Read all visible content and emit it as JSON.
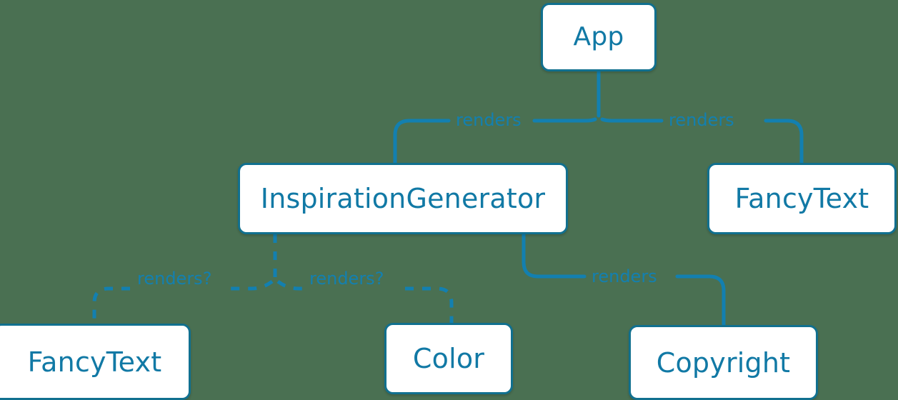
{
  "diagram": {
    "type": "component-tree",
    "background_color": "#4a7052",
    "node_border_color": "#11708f",
    "node_fill_color": "#ffffff",
    "node_text_color": "#1179a5",
    "edge_color": "#1380b0",
    "edge_label_color": "#1380b0",
    "nodes": [
      {
        "id": "app",
        "label": "App"
      },
      {
        "id": "inspiration_generator",
        "label": "InspirationGenerator"
      },
      {
        "id": "fancytext_right",
        "label": "FancyText"
      },
      {
        "id": "fancytext_bottom",
        "label": "FancyText"
      },
      {
        "id": "color",
        "label": "Color"
      },
      {
        "id": "copyright",
        "label": "Copyright"
      }
    ],
    "edges": [
      {
        "from": "app",
        "to": "inspiration_generator",
        "label": "renders",
        "style": "solid"
      },
      {
        "from": "app",
        "to": "fancytext_right",
        "label": "renders",
        "style": "solid"
      },
      {
        "from": "inspiration_generator",
        "to": "fancytext_bottom",
        "label": "renders?",
        "style": "dashed"
      },
      {
        "from": "inspiration_generator",
        "to": "color",
        "label": "renders?",
        "style": "dashed"
      },
      {
        "from": "inspiration_generator",
        "to": "copyright",
        "label": "renders",
        "style": "solid"
      }
    ],
    "edge_labels": {
      "app_to_inspiration": "renders",
      "app_to_fancytext": "renders",
      "inspiration_to_fancytext": "renders?",
      "inspiration_to_color": "renders?",
      "inspiration_to_copyright": "renders"
    }
  }
}
